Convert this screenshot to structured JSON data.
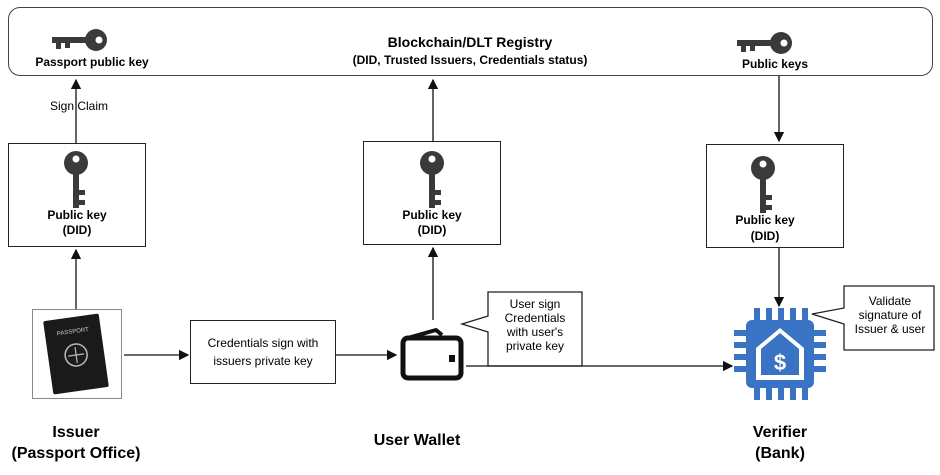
{
  "registry": {
    "title": "Blockchain/DLT Registry",
    "subtitle": "(DID, Trusted Issuers, Credentials status)",
    "passport_key_label": "Passport public key",
    "public_keys_label": "Public keys"
  },
  "sign_claim": "Sign Claim",
  "did_boxes": [
    {
      "line1": "Public key",
      "line2": "(DID)"
    },
    {
      "line1": "Public key",
      "line2": "(DID)"
    },
    {
      "line1": "Public key",
      "line2": "(DID)"
    }
  ],
  "passport_cover_text": "PASSPORT",
  "credentials_box": {
    "line1": "Credentials sign with",
    "line2": "issuers private key"
  },
  "user_sign_note": "User sign\nCredentials\nwith user's\nprivate key",
  "validate_note": "Validate\nsignature of\nIssuer & user",
  "bank_symbol": "$",
  "actors": {
    "issuer": {
      "line1": "Issuer",
      "line2": "(Passport Office)"
    },
    "wallet": {
      "line1": "User Wallet"
    },
    "verifier": {
      "line1": "Verifier",
      "line2": "(Bank)"
    }
  },
  "colors": {
    "line": "#111111",
    "bank_blue": "#3b73c4",
    "passport": "#1a1a1a",
    "key": "#3a3a3a"
  }
}
